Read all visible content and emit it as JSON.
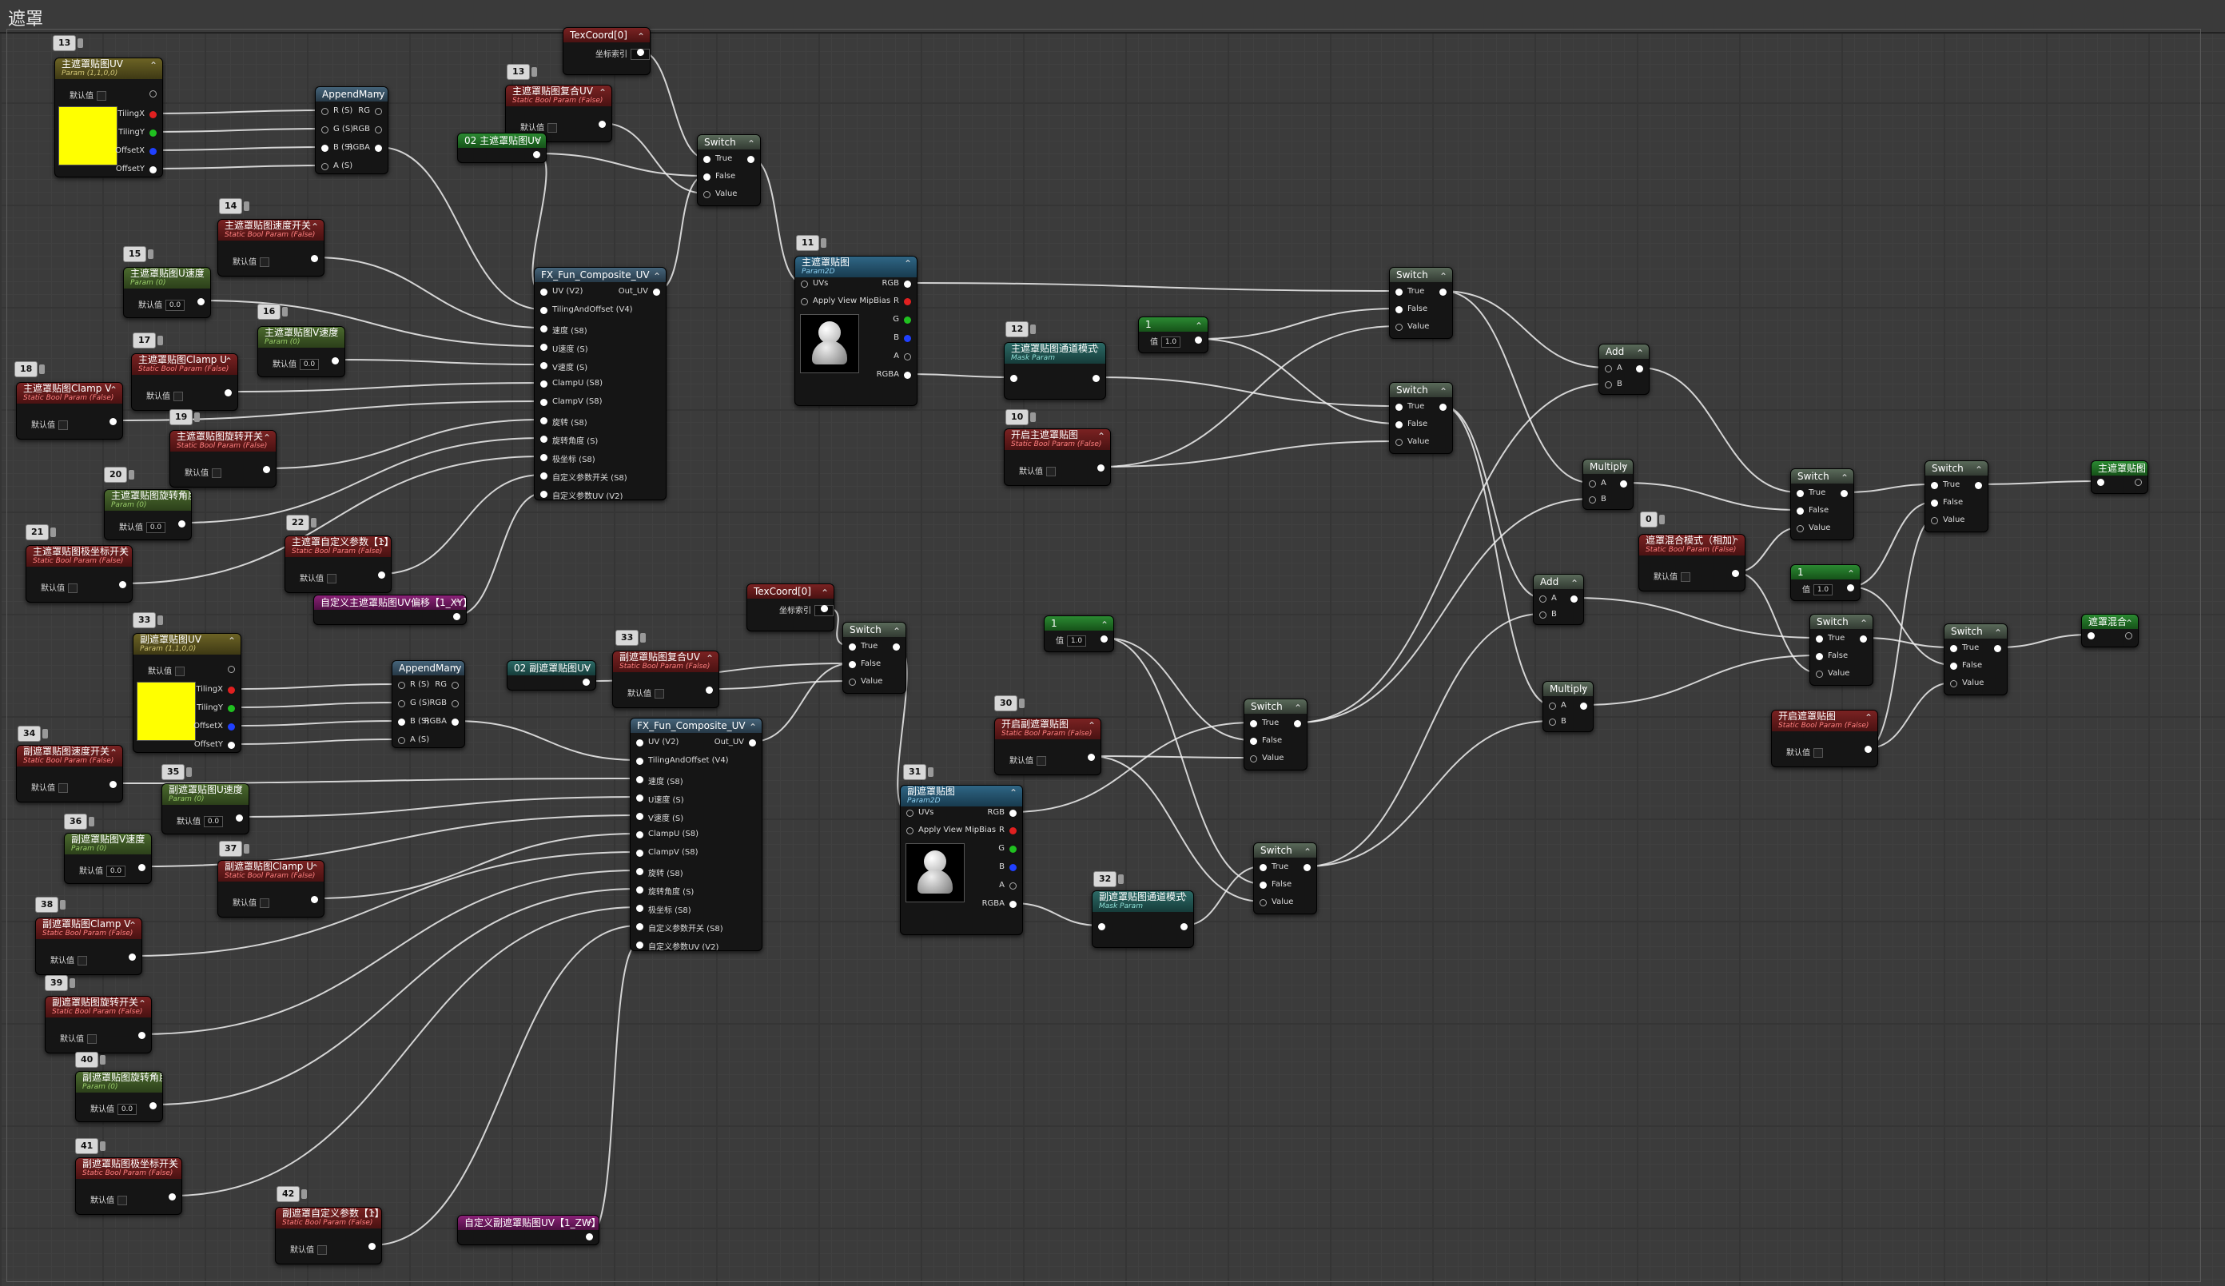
{
  "window": {
    "title": "遮罩"
  },
  "colors": {
    "yellow_swatch": "#ffff00",
    "wire": "#f0f0f0"
  },
  "labels": {
    "default": "默认值",
    "static_bool_false": "Static Bool Param (False)",
    "param_scalar": "Param (0)",
    "param_uv": "Param (1,1,0,0)",
    "param_2d": "Param2D",
    "mask_param": "Mask Param",
    "uvs": "UVs",
    "apply_view_mip": "Apply View MipBias",
    "true": "True",
    "false": "False",
    "value": "Value",
    "a": "A",
    "b": "B",
    "tilingx": "TilingX",
    "tilingy": "TilingY",
    "offsetx": "OffsetX",
    "offsety": "OffsetY",
    "r": "R",
    "g": "G",
    "b_ch": "B",
    "a_ch": "A",
    "rgb": "RGB",
    "rgba": "RGBA",
    "rs": "R (S)",
    "gs": "G (S)",
    "bs": "B (S)",
    "as": "A (S)",
    "rg": "RG",
    "coord_index": "坐标索引",
    "out_uv": "Out_UV",
    "val": "值",
    "zero": "0",
    "zero_f": "0.0",
    "one_f": "1.0"
  },
  "composite_inputs": [
    "UV (V2)",
    "TilingAndOffset (V4)",
    "速度 (S8)",
    "U速度 (S)",
    "V速度 (S)",
    "ClampU (S8)",
    "ClampV (S8)",
    "旋转 (S8)",
    "旋转角度 (S)",
    "极坐标 (S8)",
    "自定义参数开关 (S8)",
    "自定义参数UV (V2)"
  ],
  "nodes": {
    "main_uv": "主遮罩贴图UV",
    "append": "AppendMany",
    "texcoord": "TexCoord[0]",
    "main_tex_reuse": "主遮罩贴图复合UV",
    "main_02uv": "02 主遮罩贴图UV",
    "switch": "Switch",
    "main_speed_sw": "主遮罩贴图速度开关",
    "main_u_speed": "主遮罩贴图U速度",
    "main_v_speed": "主遮罩贴图V速度",
    "composite": "FX_Fun_Composite_UV",
    "main_clampu": "主遮罩贴图Clamp U",
    "main_clampv": "主遮罩贴图Clamp V",
    "main_rot_sw": "主遮罩贴图旋转开关",
    "main_rot_angle": "主遮罩贴图旋转角度",
    "main_polar": "主遮罩贴图极坐标开关",
    "main_custom": "主遮罩自定义参数【1】",
    "main_custom_uv": "自定义主遮罩贴图UV偏移【1_XY】",
    "main_tex": "主遮罩贴图",
    "main_channel": "主遮罩贴图通道模式",
    "enable_main": "开启主遮罩贴图",
    "add": "Add",
    "multiply": "Multiply",
    "mask_blend": "遮罩混合模式（相加）",
    "mask_out_a": "主遮罩贴图",
    "mask_out_b": "遮罩混合",
    "sub_uv": "副遮罩贴图UV",
    "sub_02uv": "02 副遮罩贴图UV",
    "sub_tex_reuse": "副遮罩贴图复合UV",
    "sub_speed_sw": "副遮罩贴图速度开关",
    "sub_u_speed": "副遮罩贴图U速度",
    "sub_v_speed": "副遮罩贴图V速度",
    "sub_clampu": "副遮罩贴图Clamp U",
    "sub_clampv": "副遮罩贴图Clamp V",
    "sub_rot_sw": "副遮罩贴图旋转开关",
    "sub_rot_angle": "副遮罩贴图旋转角度",
    "sub_polar": "副遮罩贴图极坐标开关",
    "sub_custom": "副遮罩自定义参数【1】",
    "sub_custom_uv": "自定义副遮罩贴图UV【1_ZW】",
    "sub_tex": "副遮罩贴图",
    "sub_channel": "副遮罩贴图通道模式",
    "enable_sub": "开启副遮罩贴图",
    "enable_mask": "开启遮罩贴图",
    "one_const": "1"
  },
  "badges": [
    "13",
    "13",
    "14",
    "15",
    "16",
    "17",
    "18",
    "19",
    "20",
    "21",
    "22",
    "11",
    "12",
    "10",
    "33",
    "33",
    "34",
    "35",
    "36",
    "37",
    "38",
    "39",
    "40",
    "41",
    "42",
    "30",
    "31",
    "32",
    "0"
  ]
}
